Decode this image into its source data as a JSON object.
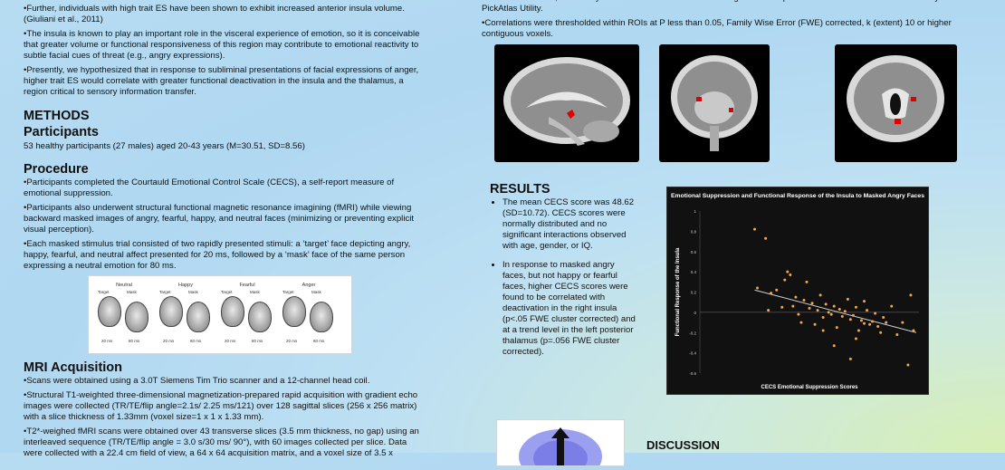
{
  "intro": {
    "p1": "•Further, individuals with high trait ES have been shown to exhibit increased anterior insula volume. (Giuliani et al., 2011)",
    "p2": "•The insula is known to play an important role in the visceral experience of emotion, so it is conceivable that greater volume or functional responsiveness of this region may contribute to emotional reactivity to subtle facial cues of threat (e.g., angry expressions).",
    "p3": "•Presently, we hypothesized that in response to subliminal presentations of facial expressions of anger, higher trait ES would correlate with greater functional deactivation in the insula and the thalamus, a region critical to sensory information transfer."
  },
  "methods": {
    "heading": "METHODS",
    "participants_heading": "Participants",
    "participants_text": "53 healthy participants (27 males) aged 20-43 years (M=30.51, SD=8.56)",
    "procedure_heading": "Procedure",
    "procedure": [
      "•Participants completed the Courtauld Emotional Control Scale (CECS), a self-report measure of emotional suppression.",
      "•Participants also underwent structural functional magnetic resonance imagining (fMRI) while viewing backward masked images of angry, fearful, happy, and neutral faces (minimizing or preventing explicit visual perception).",
      "•Each masked stimulus trial consisted of two rapidly presented stimuli: a ‘target’ face depicting angry, happy, fearful, and neutral affect presented for 20 ms, followed by a ‘mask’ face of the same person expressing a neutral emotion for 80 ms."
    ],
    "trials": [
      {
        "label": "Neutral",
        "target": "Target",
        "mask": "Mask",
        "t1": "20 ms",
        "t2": "80 ms"
      },
      {
        "label": "Happy",
        "target": "Target",
        "mask": "Mask",
        "t1": "20 ms",
        "t2": "80 ms"
      },
      {
        "label": "Fearful",
        "target": "Target",
        "mask": "Mask",
        "t1": "20 ms",
        "t2": "80 ms"
      },
      {
        "label": "Anger",
        "target": "Target",
        "mask": "Mask",
        "t1": "20 ms",
        "t2": "80 ms"
      }
    ],
    "mri_heading": "MRI Acquisition",
    "mri": [
      "•Scans were obtained using a 3.0T Siemens Tim Trio scanner and a 12-channel head coil.",
      "•Structural T1-weighted three-dimensional magnetization-prepared rapid acquisition with gradient echo images were collected (TR/TE/flip angle=2.1s/ 2.25 ms/121) over 128 sagittal slices (256 x 256 matrix) with a slice thickness of 1.33mm (voxel size=1 x 1 x 1.33 mm).",
      "•T2*-weighed fMRI scans were obtained over 43 transverse slices (3.5 mm thickness, no gap) using an interleaved sequence (TR/TE/flip angle = 3.0 s/30 ms/ 90°), with 60 images collected per slice. Data were collected with a 22.4 cm field of view, a 64 x 64 acquisition matrix, and a voxel size of 3.5 x"
    ]
  },
  "analysis": {
    "p1": "Anatomical Atlases, defined by the Automated Anatomical Labeling Atlas as implemented in the Wake Forest University PickAtlas Utility.",
    "p2": "•Correlations were thresholded within ROIs at P less than 0.05, Family Wise Error (FWE) corrected, k (extent) 10 or higher contiguous voxels."
  },
  "results": {
    "heading": "RESULTS",
    "bullets": [
      "The mean CECS score was 48.62 (SD=10.72). CECS scores were normally distributed and no significant interactions observed with age, gender, or IQ.",
      "In response to masked angry faces, but not happy or fearful faces, higher CECS scores were found to be correlated with deactivation in the right insula (p<.05 FWE cluster corrected) and at a trend level in the left posterior thalamus (p=.056 FWE cluster corrected)."
    ]
  },
  "discussion": {
    "heading": "DISCUSSION"
  },
  "chart_data": {
    "type": "scatter",
    "title": "Emotional Suppression and Functional Response of the Insula to Masked Angry Faces",
    "xlabel": "CECS Emotional Suppression Scores",
    "ylabel": "Functional Response of the Insula",
    "xlim": [
      0,
      80
    ],
    "ylim": [
      -0.6,
      1.0
    ],
    "yticks": [
      -0.6,
      -0.4,
      -0.2,
      0,
      0.2,
      0.4,
      0.6,
      0.8,
      1
    ],
    "ytick_labels": [
      "-0.6",
      "-0.4",
      "-0.2",
      "0",
      "0.2",
      "0.4",
      "0.6",
      "0.8",
      "1"
    ],
    "grid": false,
    "points": [
      [
        20,
        0.82
      ],
      [
        24,
        0.73
      ],
      [
        21,
        0.24
      ],
      [
        25,
        0.02
      ],
      [
        26,
        0.19
      ],
      [
        28,
        0.22
      ],
      [
        30,
        0.05
      ],
      [
        31,
        0.32
      ],
      [
        32,
        0.4
      ],
      [
        33,
        0.37
      ],
      [
        34,
        0.06
      ],
      [
        35,
        0.15
      ],
      [
        36,
        -0.02
      ],
      [
        37,
        -0.1
      ],
      [
        38,
        0.12
      ],
      [
        39,
        0.3
      ],
      [
        40,
        0.04
      ],
      [
        41,
        0.09
      ],
      [
        42,
        -0.12
      ],
      [
        43,
        0.02
      ],
      [
        44,
        0.17
      ],
      [
        45,
        -0.05
      ],
      [
        46,
        0.08
      ],
      [
        47,
        0.0
      ],
      [
        48,
        -0.02
      ],
      [
        49,
        0.06
      ],
      [
        50,
        -0.15
      ],
      [
        51,
        0.03
      ],
      [
        52,
        -0.04
      ],
      [
        53,
        0.01
      ],
      [
        54,
        0.13
      ],
      [
        55,
        -0.07
      ],
      [
        56,
        -0.03
      ],
      [
        57,
        0.05
      ],
      [
        58,
        -0.18
      ],
      [
        59,
        -0.08
      ],
      [
        60,
        -0.11
      ],
      [
        61,
        0.02
      ],
      [
        62,
        -0.12
      ],
      [
        63,
        -0.09
      ],
      [
        64,
        -0.01
      ],
      [
        65,
        -0.14
      ],
      [
        66,
        -0.2
      ],
      [
        67,
        -0.05
      ],
      [
        68,
        -0.1
      ],
      [
        70,
        0.06
      ],
      [
        72,
        -0.22
      ],
      [
        74,
        -0.1
      ],
      [
        76,
        -0.52
      ],
      [
        78,
        -0.18
      ],
      [
        55,
        -0.46
      ],
      [
        49,
        -0.33
      ],
      [
        57,
        -0.26
      ],
      [
        45,
        -0.18
      ],
      [
        60,
        0.11
      ],
      [
        77,
        0.17
      ]
    ],
    "trendline": [
      [
        20,
        0.22
      ],
      [
        79,
        -0.2
      ]
    ]
  }
}
